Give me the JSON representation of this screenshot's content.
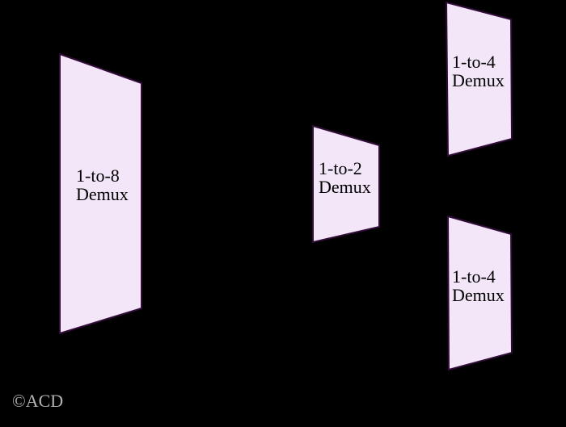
{
  "theme": {
    "background": "#000000",
    "block_fill": "#f2e6f8",
    "block_border": "#330d3a",
    "label_color": "#000000",
    "copyright_color": "#b3b3b3"
  },
  "diagram": {
    "description": "Demultiplexer equivalence diagram: one 1-to-8 demux shown alongside a 1-to-2 demux feeding two 1-to-4 demuxes",
    "blocks": [
      {
        "name": "demux-1-to-8",
        "label_line1": "1-to-8",
        "label_line2": "Demux"
      },
      {
        "name": "demux-1-to-2",
        "label_line1": "1-to-2",
        "label_line2": "Demux"
      },
      {
        "name": "demux-1-to-4-top",
        "label_line1": "1-to-4",
        "label_line2": "Demux"
      },
      {
        "name": "demux-1-to-4-bottom",
        "label_line1": "1-to-4",
        "label_line2": "Demux"
      }
    ]
  },
  "footer": {
    "copyright": "©ACD"
  }
}
